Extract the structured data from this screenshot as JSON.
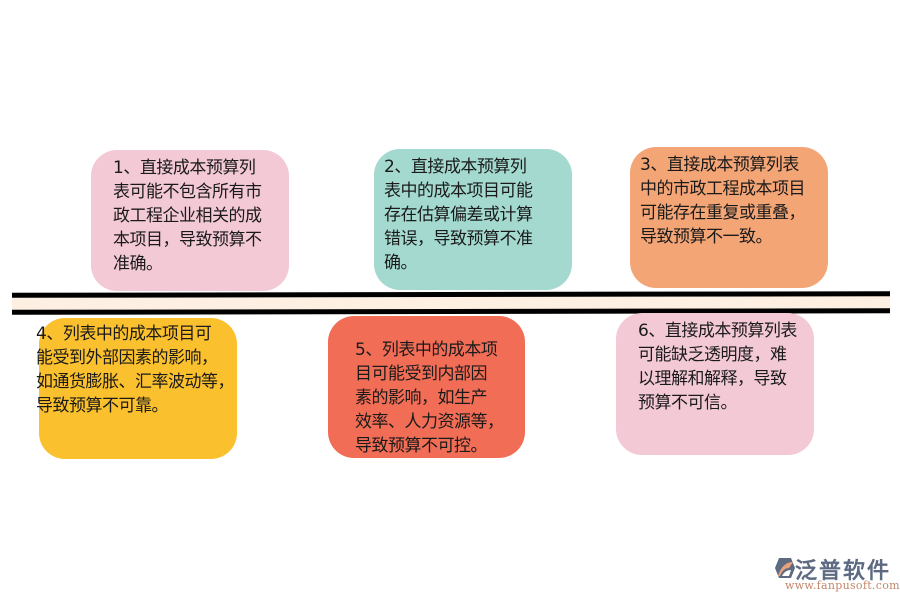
{
  "diagram": {
    "type": "timeline-cards",
    "cards": [
      {
        "id": 1,
        "position": "top",
        "color": "#f3c9d6",
        "text": "1、直接成本预算列\n表可能不包含所有市\n政工程企业相关的成\n本项目，导致预算不\n准确。"
      },
      {
        "id": 2,
        "position": "top",
        "color": "#a3d9cf",
        "text": "2、直接成本预算列\n表中的成本项目可能\n存在估算偏差或计算\n错误，导致预算不准\n确。"
      },
      {
        "id": 3,
        "position": "top",
        "color": "#f4a576",
        "text": "3、直接成本预算列表\n中的市政工程成本项目\n可能存在重复或重叠，\n导致预算不一致。"
      },
      {
        "id": 4,
        "position": "bottom",
        "color": "#fbc02d",
        "text": "4、列表中的成本项目可\n能受到外部因素的影响，\n如通货膨胀、汇率波动等，\n导致预算不可靠。"
      },
      {
        "id": 5,
        "position": "bottom",
        "color": "#f26d55",
        "text": "5、列表中的成本项\n目可能受到内部因\n素的影响，如生产\n效率、人力资源等，\n导致预算不可控。"
      },
      {
        "id": 6,
        "position": "bottom",
        "color": "#f3c9d6",
        "text": "6、直接成本预算列表\n可能缺乏透明度，难\n以理解和解释，导致\n预算不可信。"
      }
    ],
    "divider": {
      "fill": "#fdf0e2",
      "stroke": "#000000"
    }
  },
  "watermark": {
    "brand": "泛普软件",
    "url": "www.fanpusoft.com",
    "icon": "fanpu-logo-icon"
  }
}
